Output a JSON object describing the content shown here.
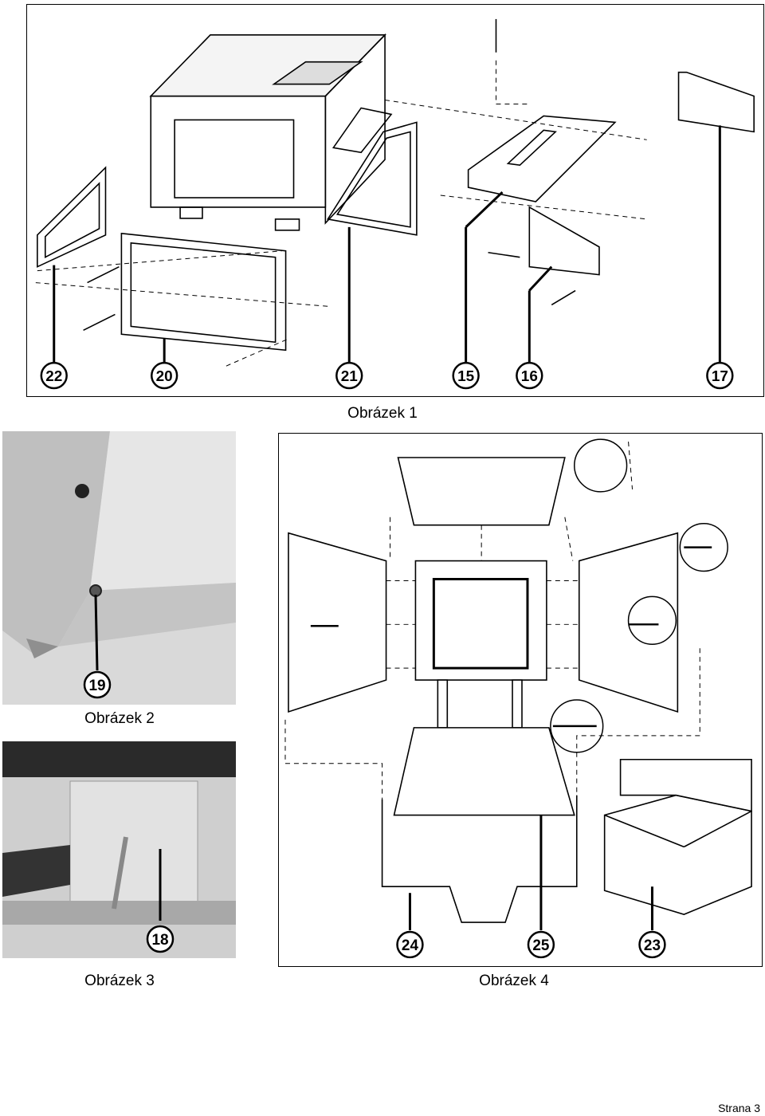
{
  "figures": {
    "fig1": {
      "caption": "Obrázek 1",
      "callouts": [
        "22",
        "20",
        "21",
        "15",
        "16",
        "17"
      ]
    },
    "fig2": {
      "caption": "Obrázek 2",
      "callouts": [
        "19"
      ]
    },
    "fig3": {
      "caption": "Obrázek 3",
      "callouts": [
        "18"
      ]
    },
    "fig4": {
      "caption": "Obrázek 4",
      "callouts": [
        "24",
        "25",
        "23"
      ]
    }
  },
  "footer": {
    "page_label": "Strana 3"
  }
}
